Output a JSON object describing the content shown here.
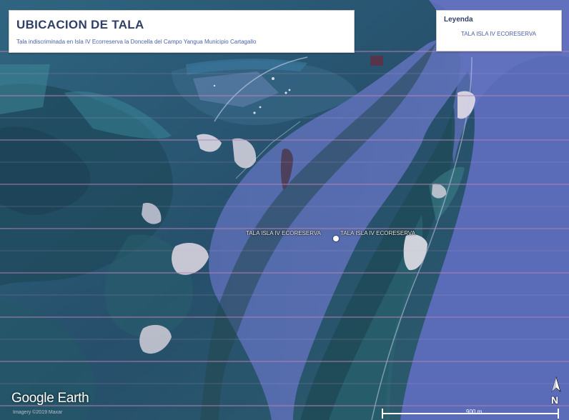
{
  "title": "UBICACION DE TALA",
  "subtitle": "Tala indiscriminada en Isla IV Ecorreserva la Doncella del Campo Yangua Municipio Cartagallo",
  "legend": {
    "heading": "Leyenda",
    "entry": "TALA ISLA IV ECORESERVA"
  },
  "placemarks": {
    "left": "TALA ISLA IV ECORESERVA",
    "right": "TALA ISLA IV ECORESERVA"
  },
  "watermark": {
    "logo": "Google Earth",
    "copyright": "Imagery ©2019 Maxar"
  },
  "scale": {
    "label": "900 m"
  },
  "compass": {
    "label": "N"
  },
  "icons": {
    "placemark": "placemark-pin-icon",
    "north_arrow": "north-arrow-icon"
  },
  "colors": {
    "water": "#5a6cb8",
    "vegetation": "#1f4b5a",
    "title_text": "#2f3f66"
  }
}
